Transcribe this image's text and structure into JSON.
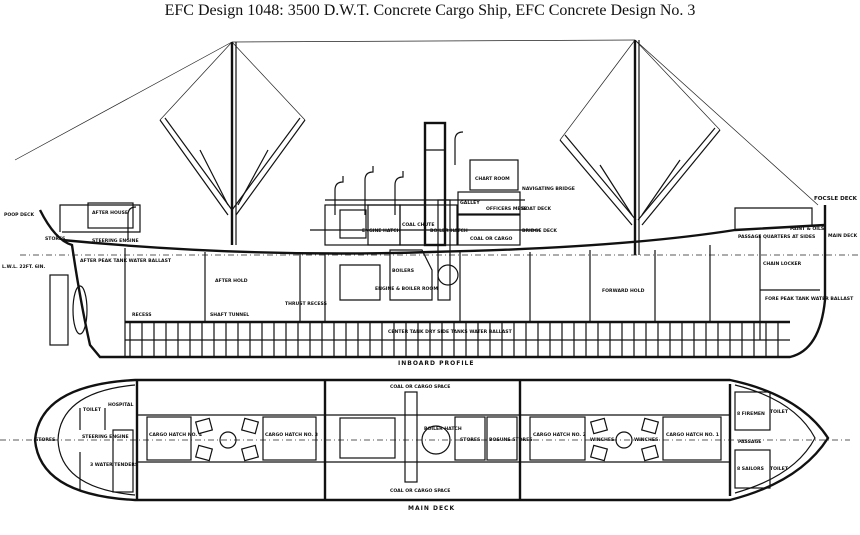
{
  "title": "EFC Design 1048:  3500 D.W.T. Concrete Cargo Ship, EFC Concrete Design No. 3",
  "profile": {
    "caption": "INBOARD PROFILE",
    "labels": {
      "poop_deck": "POOP DECK",
      "stores": "STORES",
      "after_house": "AFTER HOUSE",
      "steering_engine": "STEERING ENGINE",
      "after_peak": "AFTER PEAK TANK WATER BALLAST",
      "lwl": "L.W.L. 22FT. 6IN.",
      "after_hold": "AFTER HOLD",
      "recess": "RECESS",
      "shaft_tunnel": "SHAFT TUNNEL",
      "thrust_recess": "THRUST RECESS",
      "engine_hatch": "ENGINE HATCH",
      "coal_chute": "COAL CHUTE",
      "boiler_hatch": "BOILER HATCH",
      "engine_boiler_room": "ENGINE & BOILER ROOM",
      "boilers": "BOILERS",
      "center_ballast": "CENTER TANK DRY SIDE TANKS WATER BALLAST",
      "chart_room": "CHART ROOM",
      "navigating_bridge": "NAVIGATING BRIDGE",
      "boat_deck": "BOAT DECK",
      "galley": "GALLEY",
      "officers_mess": "OFFICERS MESS",
      "bridge_deck": "BRIDGE DECK",
      "coal_or_cargo": "COAL OR CARGO",
      "forward_hold": "FORWARD HOLD",
      "passage": "PASSAGE QUARTERS AT SIDES",
      "paint_oils": "PAINT & OILS",
      "forecastle_deck": "FOCSLE DECK",
      "main_deck": "MAIN DECK",
      "chain_locker": "CHAIN LOCKER",
      "fore_peak": "FORE PEAK TANK WATER BALLAST"
    }
  },
  "plan": {
    "caption": "MAIN DECK",
    "labels": {
      "stores": "STORES",
      "toilet": "TOILET",
      "hospital": "HOSPITAL",
      "steering_engine": "STEERING ENGINE",
      "water_tenders": "3 WATER TENDERS",
      "hatch_4": "CARGO HATCH NO. 4",
      "hatch_3": "CARGO HATCH NO. 3",
      "coal_top": "COAL OR CARGO SPACE",
      "coal_bottom": "COAL OR CARGO SPACE",
      "boiler_hatch": "BOILER HATCH",
      "stores_mid": "STORES",
      "bosuns_stores": "BOSUNS STORES",
      "hatch_2": "CARGO HATCH NO. 2",
      "winches_a": "WINCHES",
      "winches_b": "WINCHES",
      "hatch_1": "CARGO HATCH NO. 1",
      "firemen": "8 FIREMEN",
      "sailors": "8 SAILORS",
      "passage": "PASSAGE",
      "toilet_fwd_a": "TOILET",
      "toilet_fwd_b": "TOILET"
    }
  }
}
